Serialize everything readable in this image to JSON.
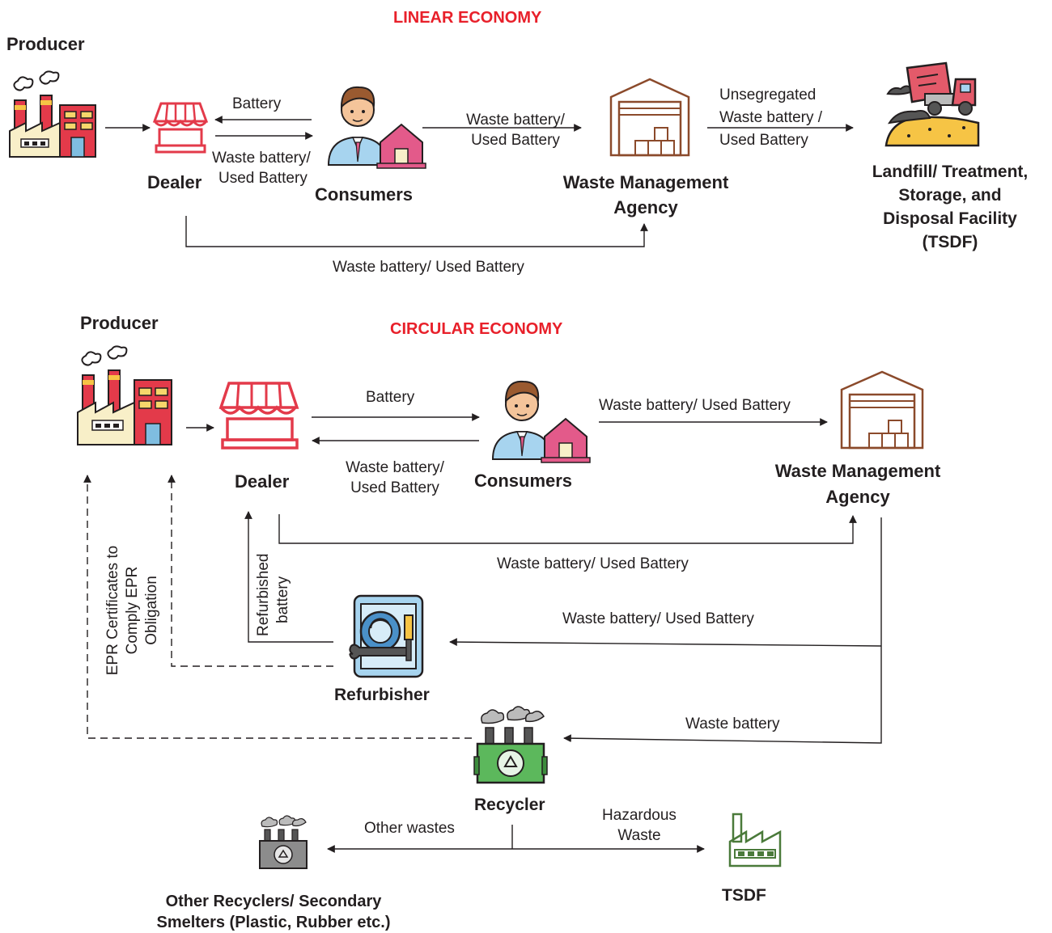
{
  "linear": {
    "title": "LINEAR ECONOMY",
    "producer": "Producer",
    "dealer": "Dealer",
    "consumers": "Consumers",
    "wma_line1": "Waste Management",
    "wma_line2": "Agency",
    "landfill_line1": "Landfill/ Treatment,",
    "landfill_line2": "Storage, and",
    "landfill_line3": "Disposal Facility",
    "landfill_line4": "(TSDF)",
    "battery": "Battery",
    "waste_used_1": "Waste battery/",
    "waste_used_2": "Used Battery",
    "cons_wma_1": "Waste battery/",
    "cons_wma_2": "Used Battery",
    "unseg_1": "Unsegregated",
    "unseg_2": "Waste battery /",
    "unseg_3": "Used Battery",
    "bottom_flow": "Waste battery/ Used Battery"
  },
  "circular": {
    "title": "CIRCULAR ECONOMY",
    "producer": "Producer",
    "dealer": "Dealer",
    "consumers": "Consumers",
    "wma_line1": "Waste Management",
    "wma_line2": "Agency",
    "refurbisher": "Refurbisher",
    "recycler": "Recycler",
    "tsdf": "TSDF",
    "other_rec_1": "Other Recyclers/ Secondary",
    "other_rec_2": "Smelters (Plastic, Rubber etc.)",
    "battery": "Battery",
    "waste_used_1": "Waste battery/",
    "waste_used_2": "Used Battery",
    "cons_wma": "Waste battery/ Used Battery",
    "dealer_wma": "Waste battery/ Used Battery",
    "wma_refurb": "Waste battery/ Used Battery",
    "wma_recycler": "Waste battery",
    "refurbished_1": "Refurbished",
    "refurbished_2": "battery",
    "epr_1": "EPR Certificates to",
    "epr_2": "Comply EPR",
    "epr_3": "Obligation",
    "other_wastes": "Other wastes",
    "hazardous_1": "Hazardous",
    "hazardous_2": "Waste"
  },
  "icons": [
    "factory-icon",
    "shop-icon",
    "consumer-icon",
    "warehouse-icon",
    "dump-truck-icon",
    "refurbish-icon",
    "recycling-plant-icon",
    "tsdf-factory-icon"
  ],
  "colors": {
    "title_red": "#e8202a",
    "factory_red": "#e33a4a",
    "warehouse_brown": "#8b4a2b",
    "recycler_green": "#5cb85c",
    "tsdf_green": "#4a7a3a",
    "line": "#231f20"
  }
}
